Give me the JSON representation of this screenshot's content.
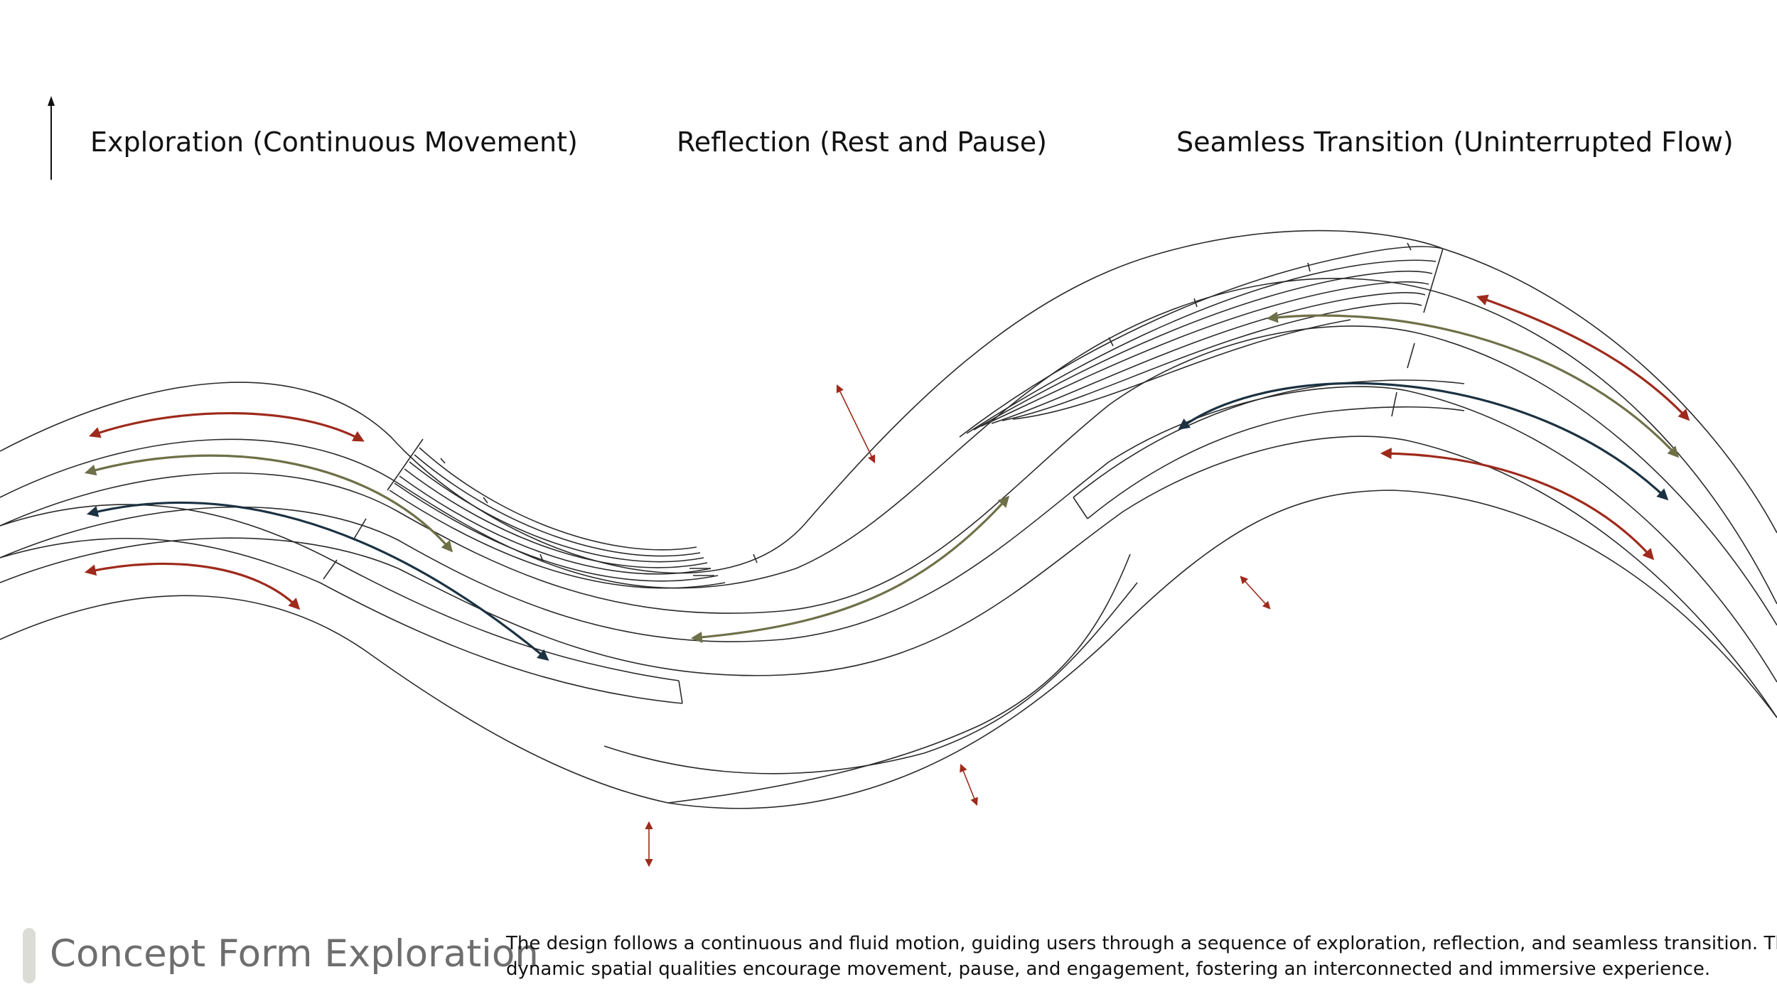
{
  "headings": {
    "exploration": "Exploration (Continuous Movement)",
    "reflection": "Reflection (Rest and Pause)",
    "transition": "Seamless Transition (Uninterrupted Flow)"
  },
  "footer": {
    "title": "Concept Form Exploration",
    "description_line1": "The design follows a continuous and fluid motion, guiding users through a sequence of exploration, reflection, and seamless transition. These",
    "description_line2": "dynamic spatial qualities encourage movement, pause, and engagement, fostering an interconnected and immersive experience."
  },
  "colors": {
    "red": "#9e2a1c",
    "olive": "#6e7048",
    "navy": "#1b3242",
    "line": "#2a2a2a",
    "footer_title": "#6e6e6e"
  },
  "icons": {
    "north": "north-arrow-icon"
  }
}
